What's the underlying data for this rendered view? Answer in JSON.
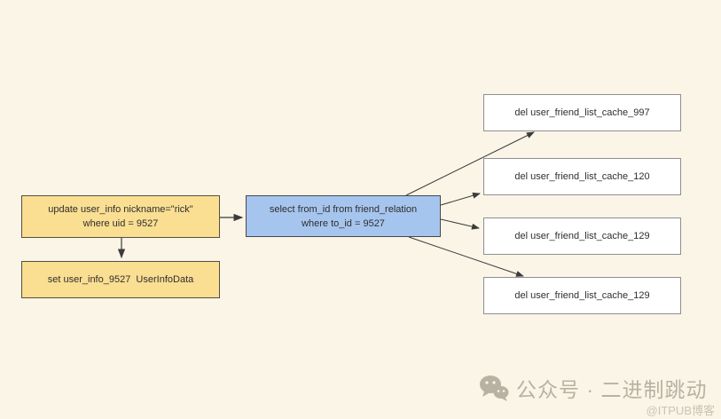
{
  "colors": {
    "background": "#FAF5E7",
    "node_yellow": "#FADE92",
    "node_blue": "#A6C5EE",
    "node_white": "#FFFFFF",
    "arrow": "#3b3b3b",
    "watermark": "#b8b2a2"
  },
  "nodes": {
    "update": {
      "line1": "update user_info nickname=\"rick\"",
      "line2": "where uid = 9527"
    },
    "set_cache": {
      "label": "set user_info_9527  UserInfoData"
    },
    "select": {
      "line1": "select from_id from friend_relation",
      "line2": "where to_id = 9527"
    },
    "caches": [
      {
        "label": "del user_friend_list_cache_997"
      },
      {
        "label": "del user_friend_list_cache_120"
      },
      {
        "label": "del user_friend_list_cache_129"
      },
      {
        "label": "del user_friend_list_cache_129"
      }
    ]
  },
  "watermark": {
    "icon": "wechat-icon",
    "brand": "公众号 · 二进制跳动",
    "credit": "@ITPUB博客"
  }
}
